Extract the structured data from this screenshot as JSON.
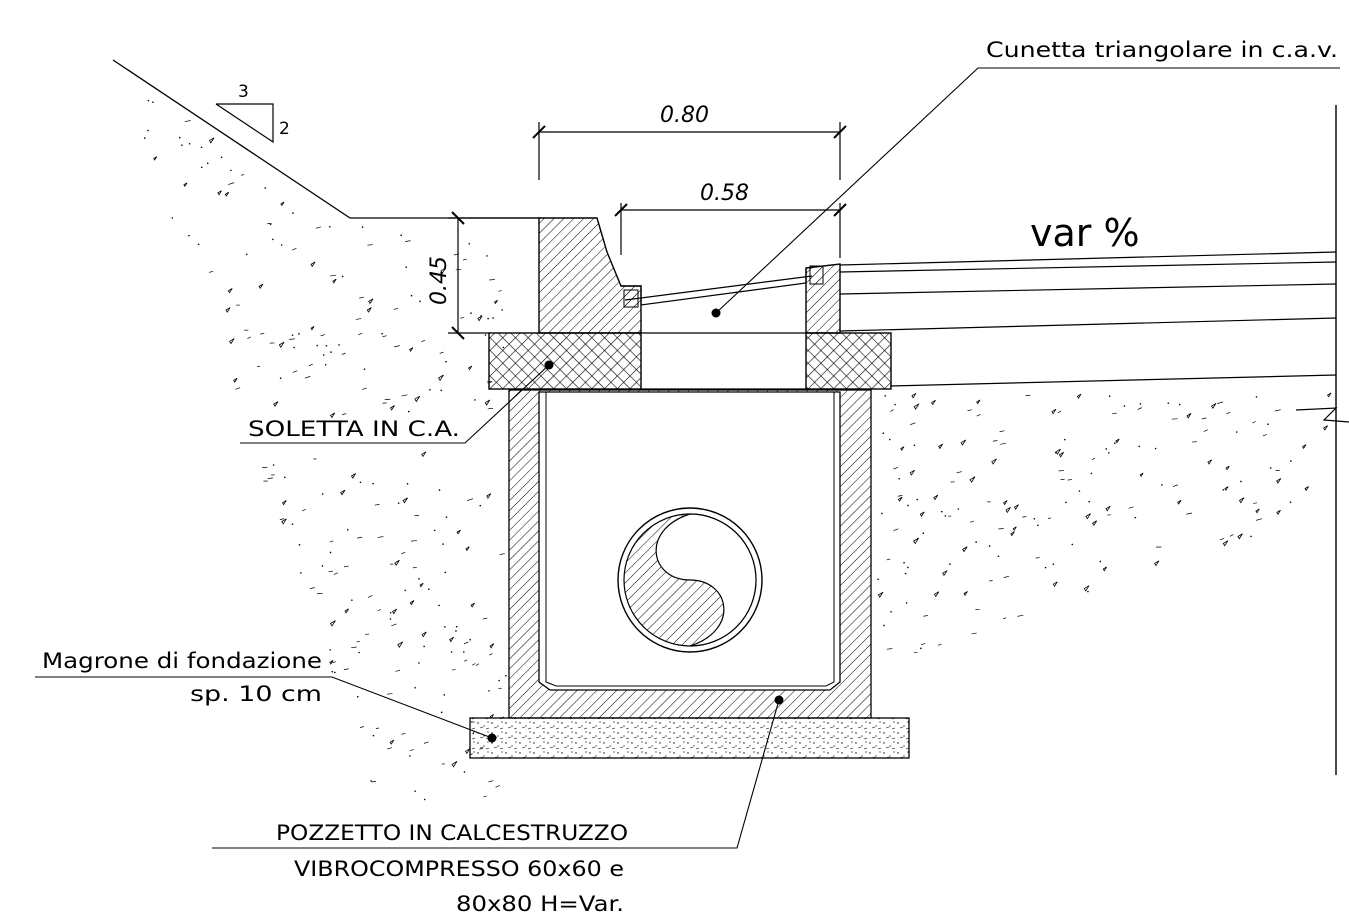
{
  "labels": {
    "cunetta": "Cunetta triangolare in c.a.v.",
    "var_pct": "var %",
    "soletta": "SOLETTA IN C.A.",
    "magrone_l1": "Magrone di fondazione",
    "magrone_l2": "sp. 10 cm",
    "pozzetto_l1": "POZZETTO IN CALCESTRUZZO",
    "pozzetto_l2": "VIBROCOMPRESSO 60x60 e",
    "pozzetto_l3": "80x80 H=Var."
  },
  "dimensions": {
    "width_outer": "0.80",
    "width_inner": "0.58",
    "height": "0.45"
  },
  "slope": {
    "run": "3",
    "rise": "2"
  }
}
